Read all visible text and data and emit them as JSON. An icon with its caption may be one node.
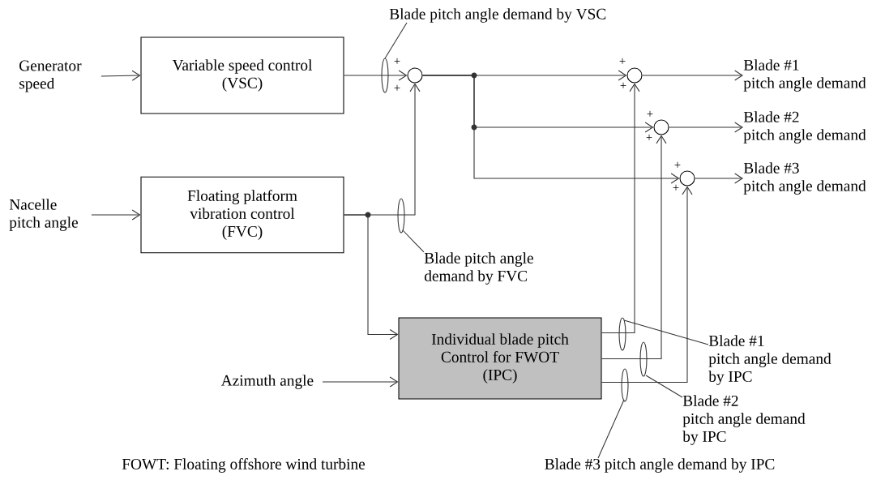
{
  "diagram": {
    "nodes": [
      {
        "text": [
          "Generator speed"
        ]
      },
      {
        "text": [
          "Variable speed control (VSC)"
        ]
      },
      {
        "text": [
          "Nacelle pitch angle"
        ]
      },
      {
        "text": [
          "Floating platform vibration control (FVC)"
        ]
      },
      {
        "text": [
          "Azimuth angle"
        ]
      },
      {
        "text": [
          "Individual blade pitch Control for FWOT (IPC)"
        ]
      },
      {
        "text": [],
        "shape": "circle"
      },
      {
        "text": [],
        "shape": "circle"
      },
      {
        "text": [],
        "shape": "circle"
      },
      {
        "text": [],
        "shape": "circle"
      },
      {
        "text": [
          "Blade #1 pitch angle demand"
        ]
      },
      {
        "text": [
          "Blade #2 pitch angle demand"
        ]
      },
      {
        "text": [
          "Blade #3 pitch angle demand"
        ]
      },
      {
        "text": [
          "Blade pitch angle demand by VSC"
        ]
      },
      {
        "text": [
          "Blade pitch angle demand by FVC"
        ]
      },
      {
        "text": [
          "Blade #1 pitch angle demand by IPC"
        ]
      },
      {
        "text": [
          "Blade #2 pitch angle demand by IPC"
        ]
      },
      {
        "text": [
          "Blade #3 pitch angle demand by IPC"
        ]
      }
    ],
    "edges": [
      {
        "from": 0,
        "to": 1,
        "arrow": "to"
      },
      {
        "from": 1,
        "to": 6,
        "arrow": "to"
      },
      {
        "from": 2,
        "to": 3,
        "arrow": "to"
      },
      {
        "from": 3,
        "to": 6,
        "arrow": "to"
      },
      {
        "from": 3,
        "to": 5,
        "arrow": "to"
      },
      {
        "from": 4,
        "to": 5,
        "arrow": "to"
      },
      {
        "from": 6,
        "to": 7,
        "arrow": "to"
      },
      {
        "from": 6,
        "to": 8,
        "arrow": "to"
      },
      {
        "from": 6,
        "to": 9,
        "arrow": "to"
      },
      {
        "from": 7,
        "to": 10,
        "arrow": "to"
      },
      {
        "from": 8,
        "to": 11,
        "arrow": "to"
      },
      {
        "from": 9,
        "to": 12,
        "arrow": "to"
      },
      {
        "from": 5,
        "to": 7,
        "arrow": "to"
      },
      {
        "from": 5,
        "to": 8,
        "arrow": "to"
      },
      {
        "from": 5,
        "to": 9,
        "arrow": "to"
      },
      {
        "from": 13,
        "to": null,
        "arrow": "none"
      },
      {
        "from": 14,
        "to": null,
        "arrow": "none"
      },
      {
        "from": 15,
        "to": null,
        "arrow": "none"
      },
      {
        "from": 16,
        "to": null,
        "arrow": "none"
      },
      {
        "from": 17,
        "to": null,
        "arrow": "none"
      }
    ],
    "labels": [
      "+",
      "+",
      "+",
      "+",
      "+",
      "+",
      "+",
      "+",
      "FOWT: Floating offshore wind turbine"
    ]
  }
}
